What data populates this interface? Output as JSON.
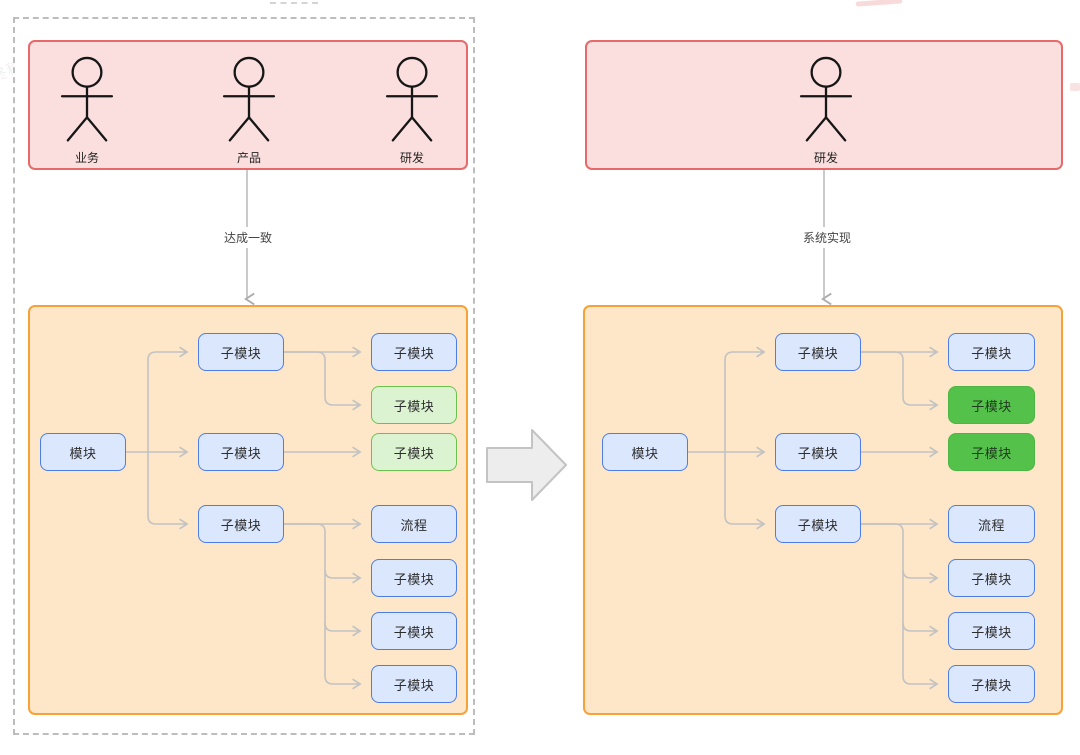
{
  "watermark": "终稿(高清版) 1262",
  "colors": {
    "pink_fill": "#fbdfdf",
    "pink_border": "#e66a6a",
    "orange_fill": "#fde7c8",
    "orange_border": "#f7a239",
    "blue_node_fill": "#dbe7fd",
    "blue_node_border": "#4d7de6",
    "green_light_fill": "#dcf3d2",
    "green_light_border": "#6cc24f",
    "green_solid_fill": "#54c24a",
    "connector": "#c2c2c2",
    "big_arrow_fill": "#ededed"
  },
  "left": {
    "actors": [
      {
        "label": "业务"
      },
      {
        "label": "产品"
      },
      {
        "label": "研发"
      }
    ],
    "transition_label": "达成一致",
    "flow": {
      "root": "模块",
      "mid": [
        "子模块",
        "子模块",
        "子模块"
      ],
      "leaves": [
        {
          "label": "子模块",
          "variant": "blue"
        },
        {
          "label": "子模块",
          "variant": "green-light"
        },
        {
          "label": "子模块",
          "variant": "green-light"
        },
        {
          "label": "流程",
          "variant": "blue"
        },
        {
          "label": "子模块",
          "variant": "blue"
        },
        {
          "label": "子模块",
          "variant": "blue"
        },
        {
          "label": "子模块",
          "variant": "blue"
        }
      ]
    }
  },
  "right": {
    "actors": [
      {
        "label": "研发"
      }
    ],
    "transition_label": "系统实现",
    "flow": {
      "root": "模块",
      "mid": [
        "子模块",
        "子模块",
        "子模块"
      ],
      "leaves": [
        {
          "label": "子模块",
          "variant": "blue"
        },
        {
          "label": "子模块",
          "variant": "green-solid"
        },
        {
          "label": "子模块",
          "variant": "green-solid"
        },
        {
          "label": "流程",
          "variant": "blue"
        },
        {
          "label": "子模块",
          "variant": "blue"
        },
        {
          "label": "子模块",
          "variant": "blue"
        },
        {
          "label": "子模块",
          "variant": "blue"
        }
      ]
    }
  }
}
